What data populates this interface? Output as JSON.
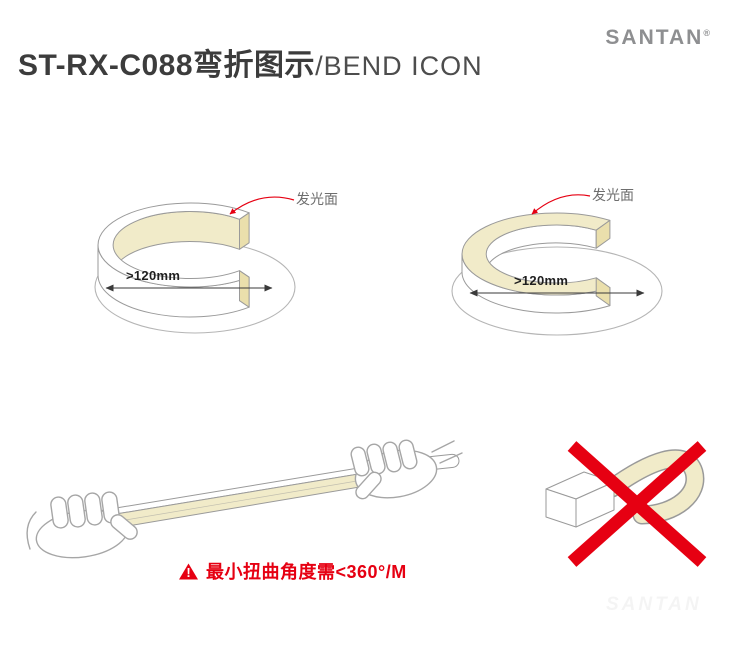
{
  "header": {
    "title_cn": "ST-RX-C088弯折图示",
    "title_en": "/BEND ICON",
    "brand": "SANTAN",
    "brand_reg": "®"
  },
  "bend_left": {
    "surface_label": "发光面",
    "diameter_label": ">120mm"
  },
  "bend_right": {
    "surface_label": "发光面",
    "diameter_label": ">120mm"
  },
  "warning": {
    "icon_mark": "!",
    "text": "最小扭曲角度需<360°/M"
  },
  "watermark": "SANTAN",
  "colors": {
    "accent": "#e60012",
    "cream": "#f1ebc9",
    "cream_deep": "#eadfac",
    "line": "#9a9a9a",
    "guide": "#b5b5b5",
    "ink": "#3c3c3c",
    "brand_gray": "#8e8f91"
  }
}
